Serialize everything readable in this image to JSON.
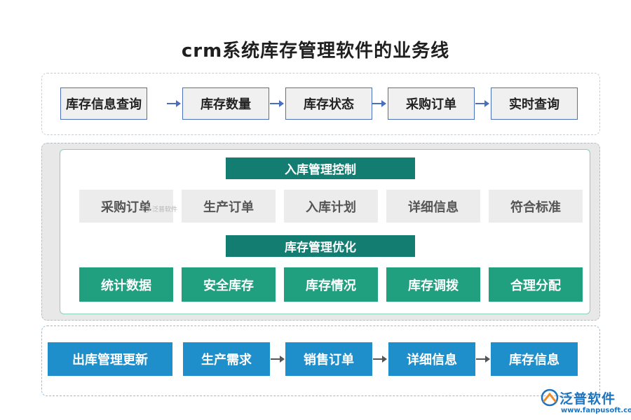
{
  "title": "crm系统库存管理软件的业务线",
  "top_row": {
    "items": [
      "库存信息查询",
      "库存数量",
      "库存状态",
      "采购订单",
      "实时查询"
    ]
  },
  "inbound": {
    "header": "入库管理控制",
    "items": [
      "采购订单",
      "生产订单",
      "入库计划",
      "详细信息",
      "符合标准"
    ]
  },
  "optimize": {
    "header": "库存管理优化",
    "items": [
      "统计数据",
      "安全库存",
      "库存情况",
      "库存调拨",
      "合理分配"
    ]
  },
  "outbound": {
    "items": [
      "出库管理更新",
      "生产需求",
      "销售订单",
      "详细信息",
      "库存信息"
    ]
  },
  "watermark": {
    "small_text": "泛普软件",
    "logo_name": "泛普软件",
    "logo_url": "www.fanpusoft.com"
  },
  "colors": {
    "top_border": "#4a6fbf",
    "header_teal": "#137d72",
    "green_box": "#21a080",
    "blue_box": "#1f8fcc",
    "grey_box": "#ececec"
  }
}
